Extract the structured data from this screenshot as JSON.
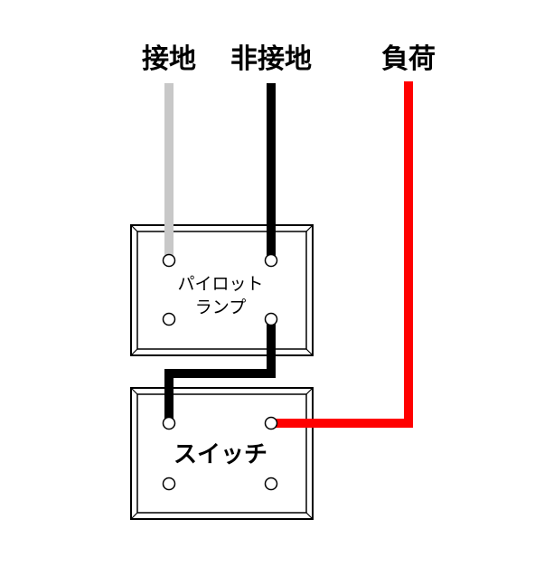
{
  "labels": {
    "ground": "接地",
    "ungrounded": "非接地",
    "load": "負荷"
  },
  "pilot_lamp": {
    "line1": "パイロット",
    "line2": "ランプ"
  },
  "switch": {
    "label": "スイッチ"
  },
  "colors": {
    "ground_wire": "#c8c8c8",
    "ungrounded_wire": "#000000",
    "load_wire": "#ff0000",
    "outline": "#000000",
    "background": "#ffffff"
  }
}
